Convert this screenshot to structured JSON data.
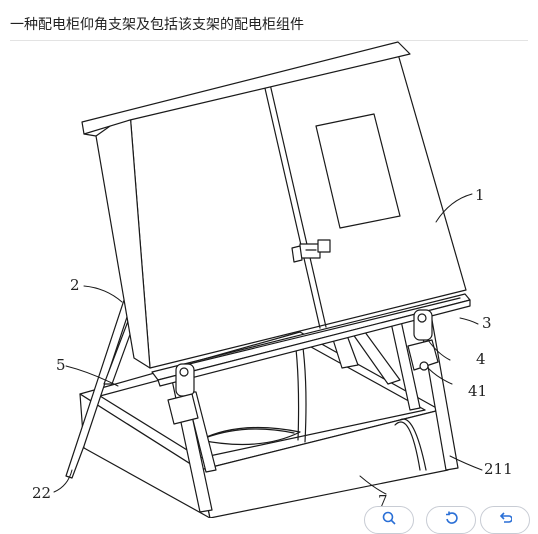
{
  "page": {
    "title": "一种配电柜仰角支架及包括该支架的配电柜组件"
  },
  "figure": {
    "labels": {
      "l1": "1",
      "l2": "2",
      "l3": "3",
      "l4": "4",
      "l41": "41",
      "l5": "5",
      "l22": "22",
      "l211": "211",
      "l7": "7"
    }
  },
  "toolbar": {
    "buttons": [
      {
        "icon": "zoom-icon"
      },
      {
        "icon": "rotate-icon"
      },
      {
        "icon": "undo-icon"
      }
    ]
  }
}
